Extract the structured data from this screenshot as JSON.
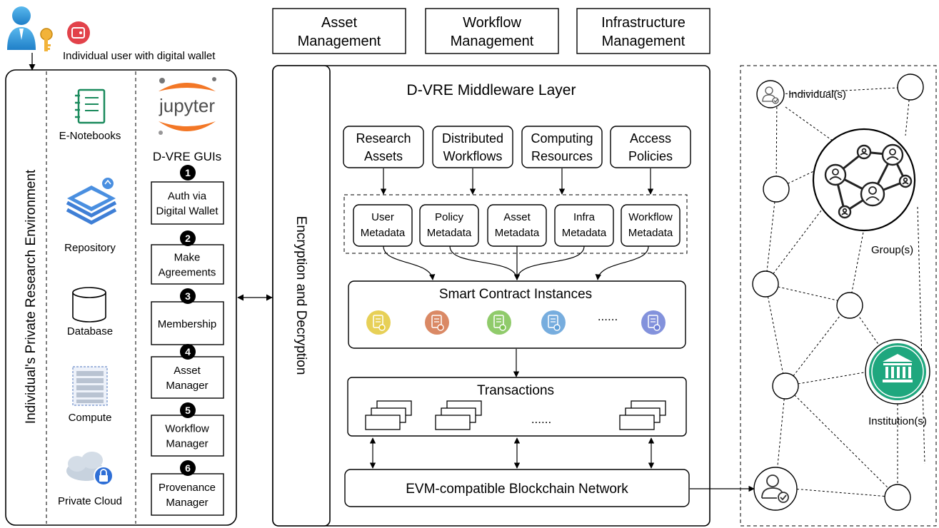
{
  "user": {
    "caption": "Individual user with digital wallet"
  },
  "left_panel": {
    "vertical_title": "Individual's Private Research Environment",
    "tools": [
      "E-Notebooks",
      "Repository",
      "Database",
      "Compute",
      "Private Cloud"
    ],
    "jupyter_logo_text": "jupyter",
    "gui_title": "D-VRE GUIs",
    "steps": [
      {
        "num": "1",
        "line1": "Auth via",
        "line2": "Digital Wallet"
      },
      {
        "num": "2",
        "line1": "Make",
        "line2": "Agreements"
      },
      {
        "num": "3",
        "line1": "Membership",
        "line2": ""
      },
      {
        "num": "4",
        "line1": "Asset",
        "line2": "Manager"
      },
      {
        "num": "5",
        "line1": "Workflow",
        "line2": "Manager"
      },
      {
        "num": "6",
        "line1": "Provenance",
        "line2": "Manager"
      }
    ]
  },
  "top_boxes": [
    {
      "line1": "Asset",
      "line2": "Management"
    },
    {
      "line1": "Workflow",
      "line2": "Management"
    },
    {
      "line1": "Infrastructure",
      "line2": "Management"
    }
  ],
  "middleware": {
    "encryption_label": "Encryption and Decryption",
    "title": "D-VRE Middleware Layer",
    "categories": [
      {
        "line1": "Research",
        "line2": "Assets"
      },
      {
        "line1": "Distributed",
        "line2": "Workflows"
      },
      {
        "line1": "Computing",
        "line2": "Resources"
      },
      {
        "line1": "Access",
        "line2": "Policies"
      }
    ],
    "metadata": [
      {
        "line1": "User",
        "line2": "Metadata"
      },
      {
        "line1": "Policy",
        "line2": "Metadata"
      },
      {
        "line1": "Asset",
        "line2": "Metadata"
      },
      {
        "line1": "Infra",
        "line2": "Metadata"
      },
      {
        "line1": "Workflow",
        "line2": "Metadata"
      }
    ],
    "smart_contracts_title": "Smart Contract Instances",
    "contract_colors": [
      "#e3c83a",
      "#d4744a",
      "#7cc251",
      "#5f9fd8",
      "#6d7fd6"
    ],
    "ellipsis": "......",
    "transactions_title": "Transactions",
    "blockchain_label": "EVM-compatible Blockchain Network"
  },
  "network": {
    "individual_label": "Individual(s)",
    "group_label": "Group(s)",
    "institution_label": "Institution(s)"
  }
}
